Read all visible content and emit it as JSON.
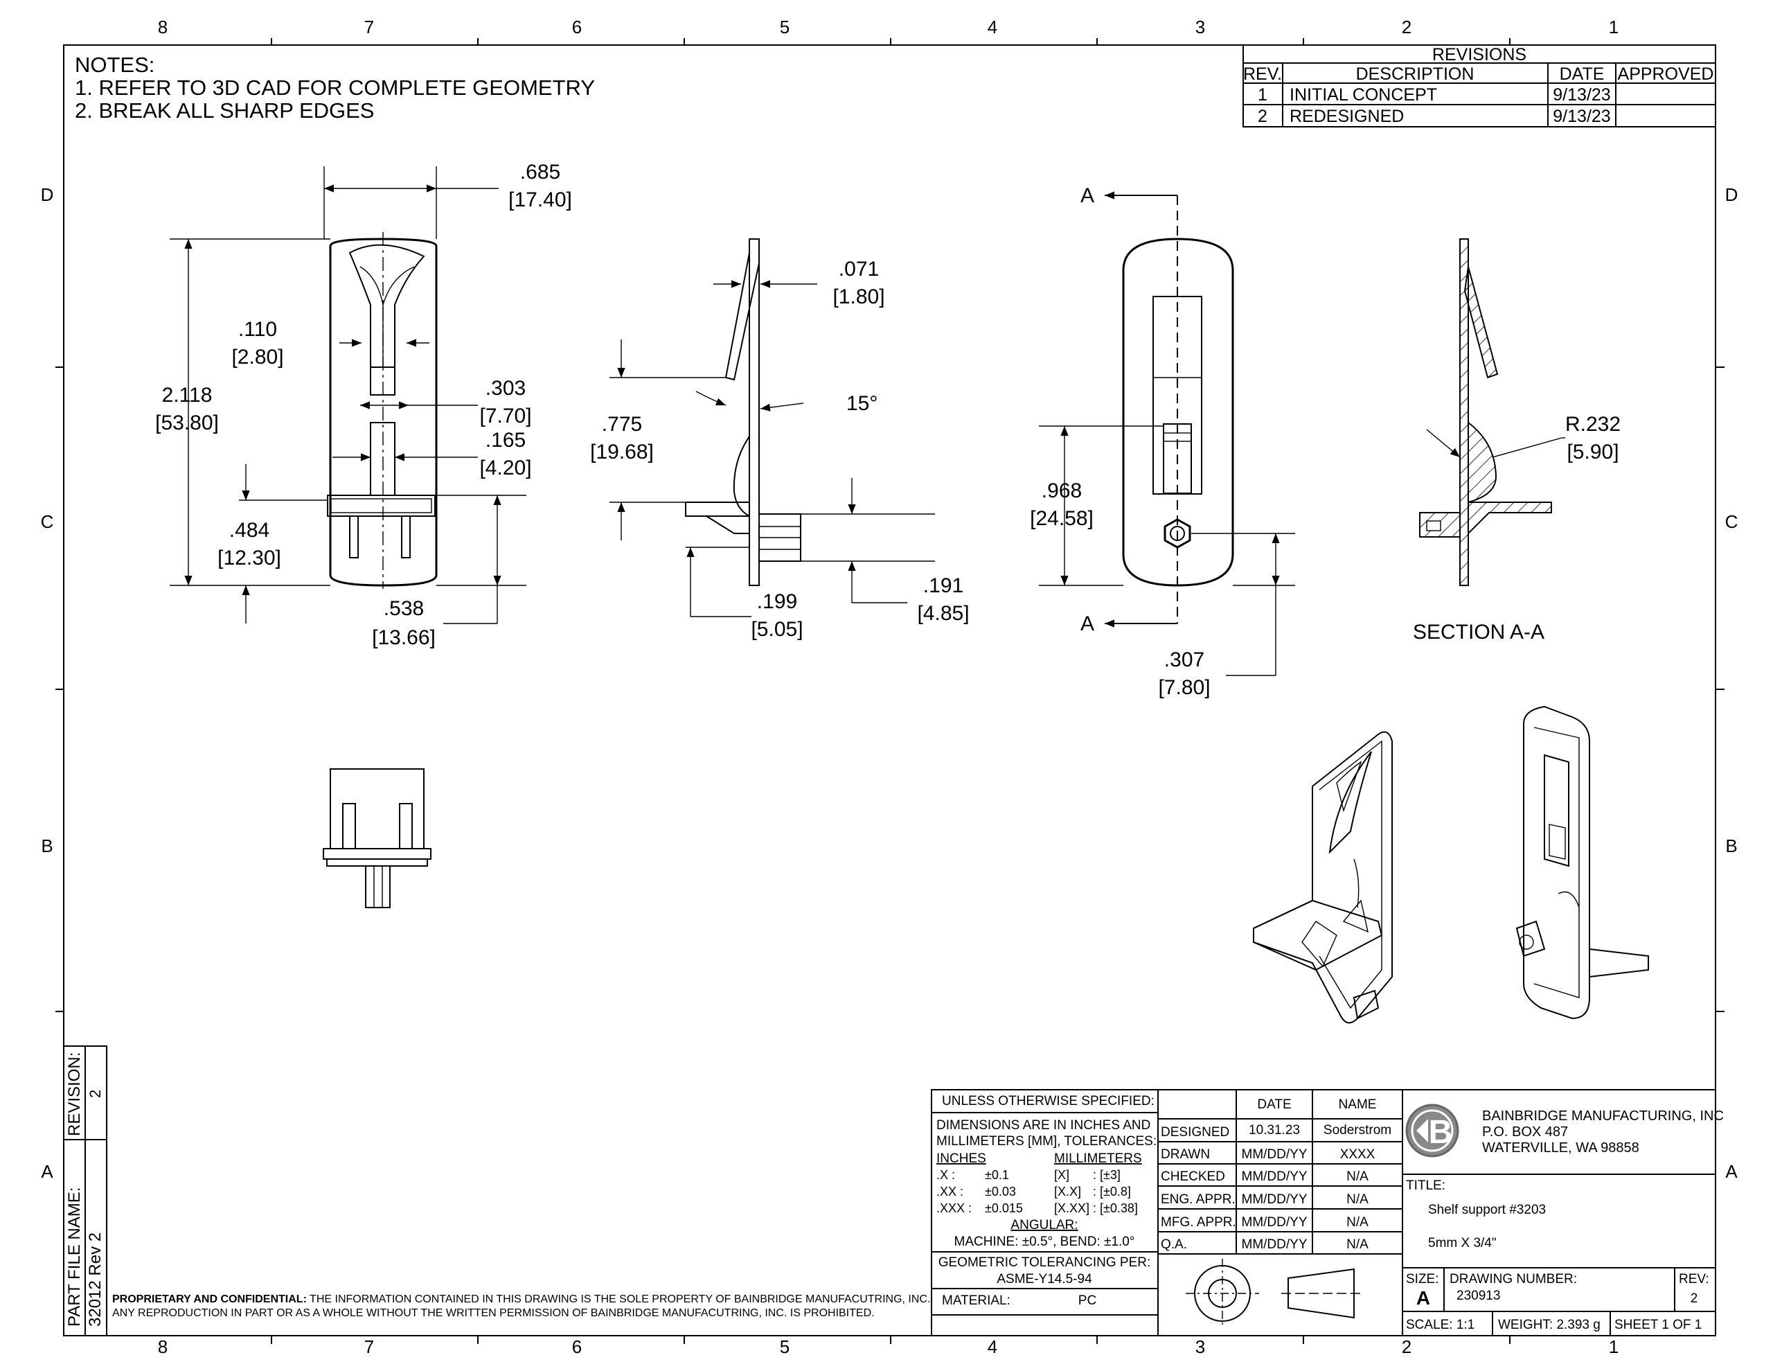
{
  "zones": {
    "columns": [
      "8",
      "7",
      "6",
      "5",
      "4",
      "3",
      "2",
      "1"
    ],
    "rows": [
      "D",
      "C",
      "B",
      "A"
    ]
  },
  "notes": {
    "heading": "NOTES:",
    "items": [
      "1.  REFER TO 3D CAD FOR COMPLETE GEOMETRY",
      "2.  BREAK ALL SHARP EDGES"
    ]
  },
  "revisions": {
    "title": "REVISIONS",
    "headers": [
      "REV.",
      "DESCRIPTION",
      "DATE",
      "APPROVED"
    ],
    "rows": [
      {
        "rev": "1",
        "description": "INITIAL CONCEPT",
        "date": "9/13/23",
        "approved": ""
      },
      {
        "rev": "2",
        "description": "REDESIGNED",
        "date": "9/13/23",
        "approved": ""
      }
    ]
  },
  "front_view": {
    "width_in": ".685",
    "width_mm": "[17.40]",
    "height_in": "2.118",
    "height_mm": "[53.80]",
    "slot_in": ".110",
    "slot_mm": "[2.80]",
    "a_in": ".303",
    "a_mm": "[7.70]",
    "b_in": ".165",
    "b_mm": "[4.20]",
    "ledge_in": ".484",
    "ledge_mm": "[12.30]",
    "base_in": ".538",
    "base_mm": "[13.66]"
  },
  "side_view": {
    "thk_in": ".071",
    "thk_mm": "[1.80]",
    "angle": "15°",
    "arm_in": ".775",
    "arm_mm": "[19.68]",
    "pin_in": ".199",
    "pin_mm": "[5.05]",
    "pin2_in": ".191",
    "pin2_mm": "[4.85]"
  },
  "back_view": {
    "cut_label": "A",
    "h_in": ".968",
    "h_mm": "[24.58]",
    "pin_in": ".307",
    "pin_mm": "[7.80]"
  },
  "section": {
    "radius_in": "R.232",
    "radius_mm": "[5.90]",
    "label": "SECTION A-A"
  },
  "title_block": {
    "unless": "UNLESS OTHERWISE SPECIFIED:",
    "dims_line1": "DIMENSIONS ARE IN INCHES AND",
    "dims_line2": "MILLIMETERS [MM], TOLERANCES:",
    "inches_hdr": "INCHES",
    "mm_hdr": "MILLIMETERS",
    "tol_rows": [
      {
        "k": ".X :",
        "v": "±0.1",
        "mk": "[X]",
        "mv": ": [±3]"
      },
      {
        "k": ".XX :",
        "v": "±0.03",
        "mk": "[X.X]",
        "mv": ": [±0.8]"
      },
      {
        "k": ".XXX :",
        "v": "±0.015",
        "mk": "[X.XX]",
        "mv": ": [±0.38]"
      }
    ],
    "angular_hdr": "ANGULAR:",
    "angular": "MACHINE: ±0.5°, BEND: ±1.0°",
    "gt_label": "GEOMETRIC TOLERANCING PER:",
    "gt_std": "ASME-Y14.5-94",
    "material_label": "MATERIAL:",
    "material": "PC",
    "sign_headers": [
      "DATE",
      "NAME"
    ],
    "sign_rows": [
      {
        "role": "DESIGNED",
        "date": "10.31.23",
        "name": "Soderstrom"
      },
      {
        "role": "DRAWN",
        "date": "MM/DD/YY",
        "name": "XXXX"
      },
      {
        "role": "CHECKED",
        "date": "MM/DD/YY",
        "name": "N/A"
      },
      {
        "role": "ENG. APPR.",
        "date": "MM/DD/YY",
        "name": "N/A"
      },
      {
        "role": "MFG. APPR.",
        "date": "MM/DD/YY",
        "name": "N/A"
      },
      {
        "role": "Q.A.",
        "date": "MM/DD/YY",
        "name": "N/A"
      }
    ],
    "company": "BAINBRIDGE MANUFACTURING, INC",
    "address1": "P.O. BOX 487",
    "address2": "WATERVILLE, WA 98858",
    "title_label": "TITLE:",
    "title1": "Shelf support #3203",
    "title2": "5mm X 3/4\"",
    "size_label": "SIZE:",
    "size": "A",
    "dwg_label": "DRAWING NUMBER:",
    "dwg": "230913",
    "rev_label": "REV:",
    "rev": "2",
    "scale": "SCALE: 1:1",
    "weight": "WEIGHT: 2.393 g",
    "sheet": "SHEET 1 OF 1"
  },
  "side_block": {
    "file_label": "PART FILE NAME:",
    "file": "32012 Rev 2",
    "rev_label": "REVISION:",
    "rev": "2"
  },
  "proprietary": {
    "bold": "PROPRIETARY AND CONFIDENTIAL:",
    "line1": " THE INFORMATION CONTAINED IN THIS DRAWING IS THE SOLE PROPERTY OF BAINBRIDGE MANUFACUTRING, INC.",
    "line2": "ANY REPRODUCTION IN PART OR AS A WHOLE WITHOUT THE WRITTEN PERMISSION OF BAINBRIDGE MANUFACUTRING, INC. IS PROHIBITED."
  }
}
